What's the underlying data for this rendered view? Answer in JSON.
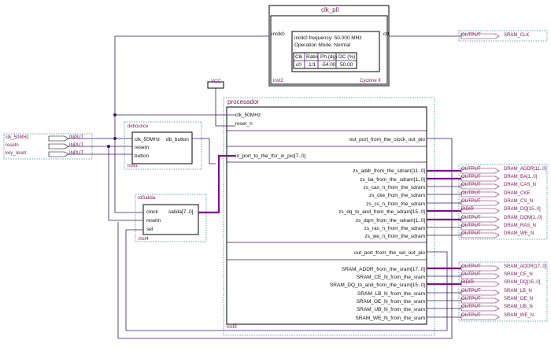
{
  "pll": {
    "title": "clk_pll",
    "port_in": "inclk0",
    "port_out": "c0",
    "freq": "inclk0 frequency: 50.000 MHz",
    "mode": "Operation Mode: Normal",
    "table_headers": [
      "Clk",
      "Ratio",
      "Ph (dg)",
      "DC (%)"
    ],
    "table_row": [
      "c0",
      "1/1",
      "-54.00",
      "50.00"
    ],
    "inst": "inst2",
    "family": "Cyclone II"
  },
  "pll_out": {
    "tag": "OUTPUT",
    "name": "SRAM_CLK"
  },
  "vcc_label": "VCC",
  "inputs": [
    {
      "label": "clk_50MHz",
      "tag": "INPUT"
    },
    {
      "label": "resetn",
      "tag": "INPUT"
    },
    {
      "label": "key_reset",
      "tag": "INPUT"
    }
  ],
  "debounce": {
    "title": "debounce",
    "ports_in": [
      "clk_50MHz",
      "resetn",
      "button"
    ],
    "port_out": "db_button",
    "inst": "inst1"
  },
  "rd": {
    "title": "rdSalida",
    "ports_in": [
      "clock",
      "resetn",
      "sel"
    ],
    "port_out": "salida[7..0]",
    "inst": "inst4"
  },
  "proc": {
    "title": "procesador",
    "inst": "inst3",
    "in_ports": [
      "clk_50MHz",
      "reset_n"
    ],
    "pio_in": "in_port_to_the_lfsr_in_pio[7..0]",
    "clock_out": "out_port_from_the_clock_out_pio",
    "sdram": [
      "zs_addr_from_the_sdram[11..0]",
      "zs_ba_from_the_sdram[1..0]",
      "zs_cas_n_from_the_sdram",
      "zs_cke_from_the_sdram",
      "zs_cs_n_from_the_sdram",
      "zs_dq_to_and_from_the_sdram[15..0]",
      "zs_dqm_from_the_sdram[1..0]",
      "zs_ras_n_from_the_sdram",
      "zs_we_n_from_the_sdram"
    ],
    "sel_out": "out_port_from_the_sel_out_pio",
    "sram": [
      "SRAM_ADDR_from_the_sram[17..0]",
      "SRAM_CE_N_from_the_sram",
      "SRAM_DQ_to_and_from_the_sram[15..0]",
      "SRAM_LB_N_from_the_sram",
      "SRAM_OE_N_from_the_sram",
      "SRAM_UB_N_from_the_sram",
      "SRAM_WE_N_from_the_sram"
    ]
  },
  "sdram_pins": [
    {
      "tag": "OUTPUT",
      "name": "DRAM_ADDR[11..0]"
    },
    {
      "tag": "OUTPUT",
      "name": "DRAM_BA[1..0]"
    },
    {
      "tag": "OUTPUT",
      "name": "DRAM_CAS_N"
    },
    {
      "tag": "OUTPUT",
      "name": "DRAM_CKE"
    },
    {
      "tag": "OUTPUT",
      "name": "DRAM_CS_N"
    },
    {
      "tag": "BIDIR",
      "name": "DRAM_DQ[15..0]"
    },
    {
      "tag": "OUTPUT",
      "name": "DRAM_DQM[1..0]"
    },
    {
      "tag": "OUTPUT",
      "name": "DRAM_RAS_N"
    },
    {
      "tag": "OUTPUT",
      "name": "DRAM_WE_N"
    }
  ],
  "sram_pins": [
    {
      "tag": "OUTPUT",
      "name": "SRAM_ADDR[17..0]"
    },
    {
      "tag": "OUTPUT",
      "name": "SRAM_CE_N"
    },
    {
      "tag": "BIDIR",
      "name": "SRAM_DQ[15..0]"
    },
    {
      "tag": "OUTPUT",
      "name": "SRAM_LB_N"
    },
    {
      "tag": "OUTPUT",
      "name": "SRAM_OE_N"
    },
    {
      "tag": "OUTPUT",
      "name": "SRAM_UB_N"
    },
    {
      "tag": "OUTPUT",
      "name": "SRAM_WE_N"
    }
  ],
  "colors": {
    "wire": "#3a1a5e",
    "bus": "#7a1090",
    "pin": "#7a1060",
    "dotted": "#3a8a8a",
    "block": "#000000"
  }
}
